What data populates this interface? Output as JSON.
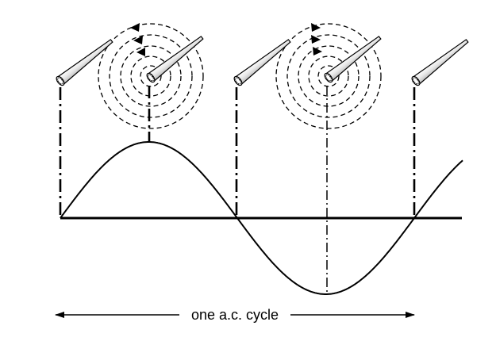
{
  "caption": {
    "text": "one a.c. cycle"
  },
  "colors": {
    "ink": "#000000",
    "background": "#ffffff"
  },
  "conductors": [
    {
      "phase_deg": 0,
      "field": "none"
    },
    {
      "phase_deg": 90,
      "field": "counterclockwise"
    },
    {
      "phase_deg": 180,
      "field": "none"
    },
    {
      "phase_deg": 270,
      "field": "clockwise"
    },
    {
      "phase_deg": 360,
      "field": "none"
    }
  ]
}
